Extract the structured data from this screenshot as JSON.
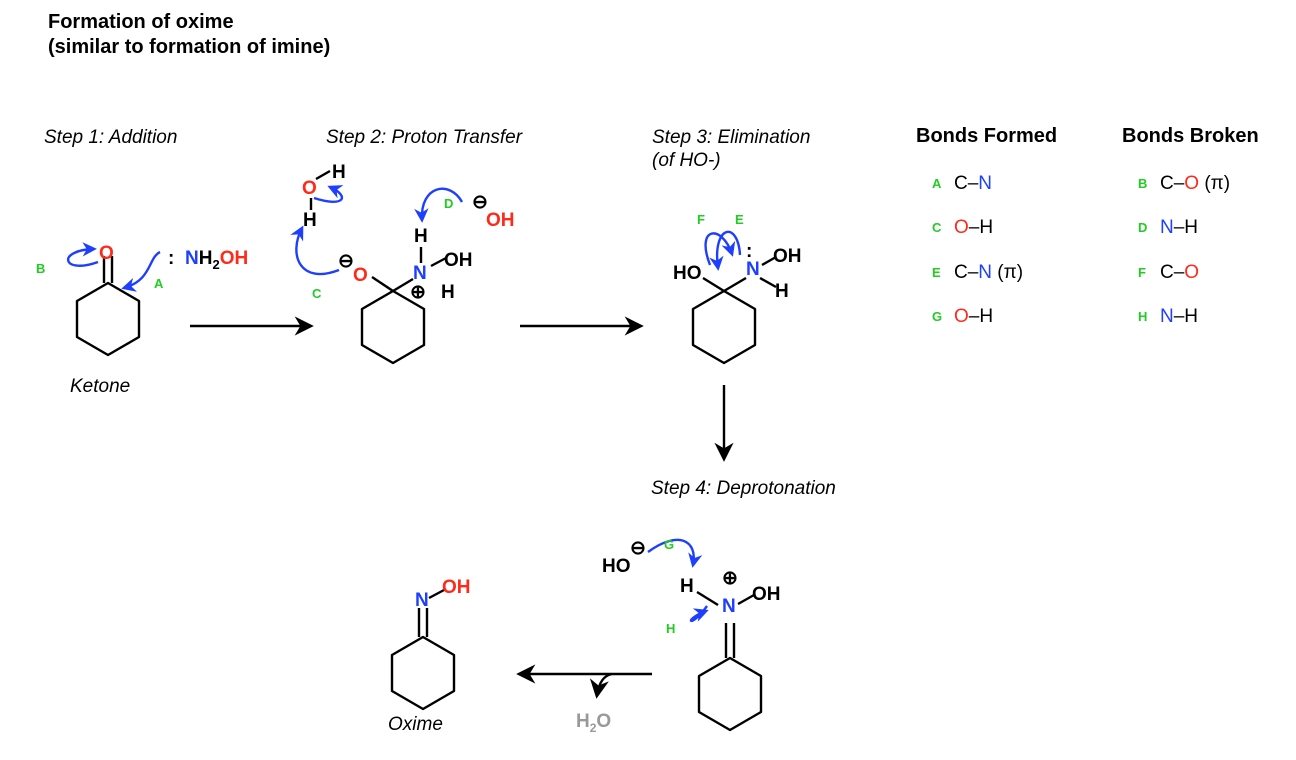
{
  "title": {
    "line1": "Formation of oxime",
    "line2": "(similar to formation of imine)"
  },
  "steps": {
    "s1": "Step 1: Addition",
    "s2": "Step 2: Proton Transfer",
    "s3a": "Step 3: Elimination",
    "s3b": "(of HO-)",
    "s4": "Step 4: Deprotonation"
  },
  "captions": {
    "ketone": "Ketone",
    "oxime": "Oxime"
  },
  "byproduct": {
    "main": "H",
    "sub": "2",
    "tail": "O"
  },
  "atoms": {
    "O": "O",
    "N": "N",
    "H": "H",
    "HO": "HO",
    "OH": "OH",
    "NH2OH": {
      "n": "N",
      "h": "H",
      "two": "2",
      "oh": "OH"
    },
    "minus": "⊖",
    "plus": "⊕",
    "lone_pair": ":"
  },
  "arrow_labels": [
    "A",
    "B",
    "C",
    "D",
    "E",
    "F",
    "G",
    "H"
  ],
  "bonds_formed": {
    "header": "Bonds Formed",
    "rows": [
      {
        "label": "A",
        "left": "C–",
        "right": "N",
        "extra": ""
      },
      {
        "label": "C",
        "left": "O",
        "right": "–H",
        "extra": ""
      },
      {
        "label": "E",
        "left": "C–",
        "right": "N",
        "extra": " (π)"
      },
      {
        "label": "G",
        "left": "O",
        "right": "–H",
        "extra": ""
      }
    ]
  },
  "bonds_broken": {
    "header": "Bonds Broken",
    "rows": [
      {
        "label": "B",
        "left": "C–",
        "right": "O",
        "extra": " (π)"
      },
      {
        "label": "D",
        "left": "N",
        "right": "–H",
        "extra": ""
      },
      {
        "label": "F",
        "left": "C–",
        "right": "O",
        "extra": ""
      },
      {
        "label": "H",
        "left": "N",
        "right": "–H",
        "extra": ""
      }
    ]
  },
  "colors": {
    "oxygen": "#ff2a1a",
    "nitrogen": "#1f3fff",
    "arrow": "#1f3fff",
    "label": "#22cc22",
    "water": "#999999"
  }
}
